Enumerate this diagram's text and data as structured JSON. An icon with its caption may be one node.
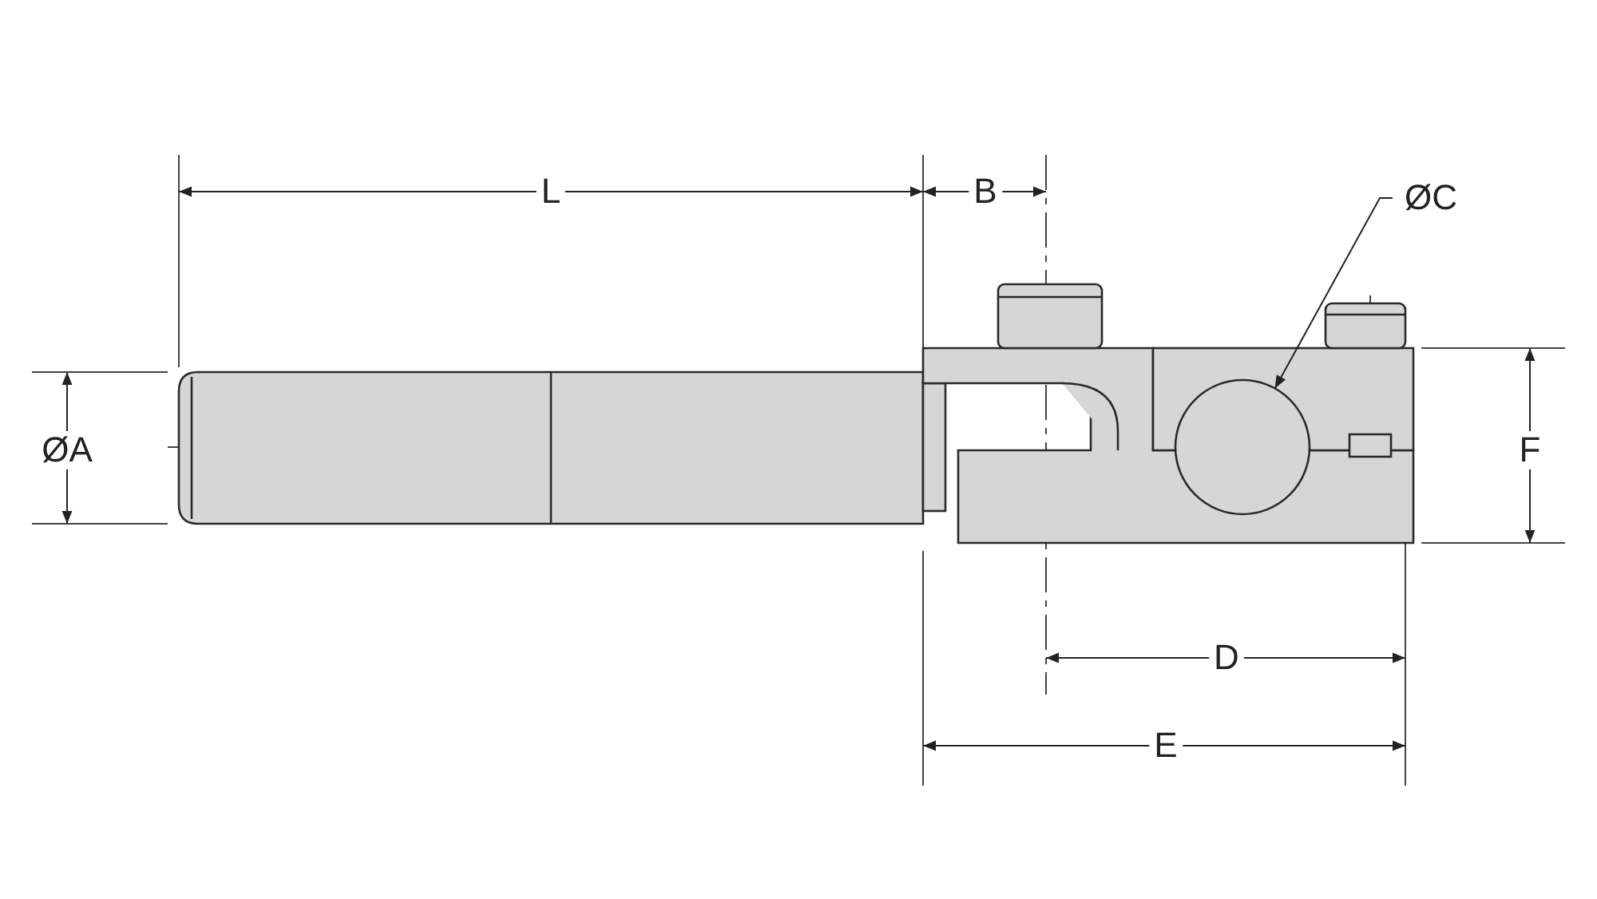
{
  "diagram": {
    "nodes": [
      {
        "text": [
          "ØC"
        ]
      },
      {
        "text": [],
        "shape": "circle"
      }
    ],
    "edges": [
      {
        "from": 0,
        "to": 1,
        "arrow": "to"
      }
    ],
    "labels": [
      "L",
      "B",
      "ØA",
      "F",
      "D",
      "E"
    ]
  }
}
